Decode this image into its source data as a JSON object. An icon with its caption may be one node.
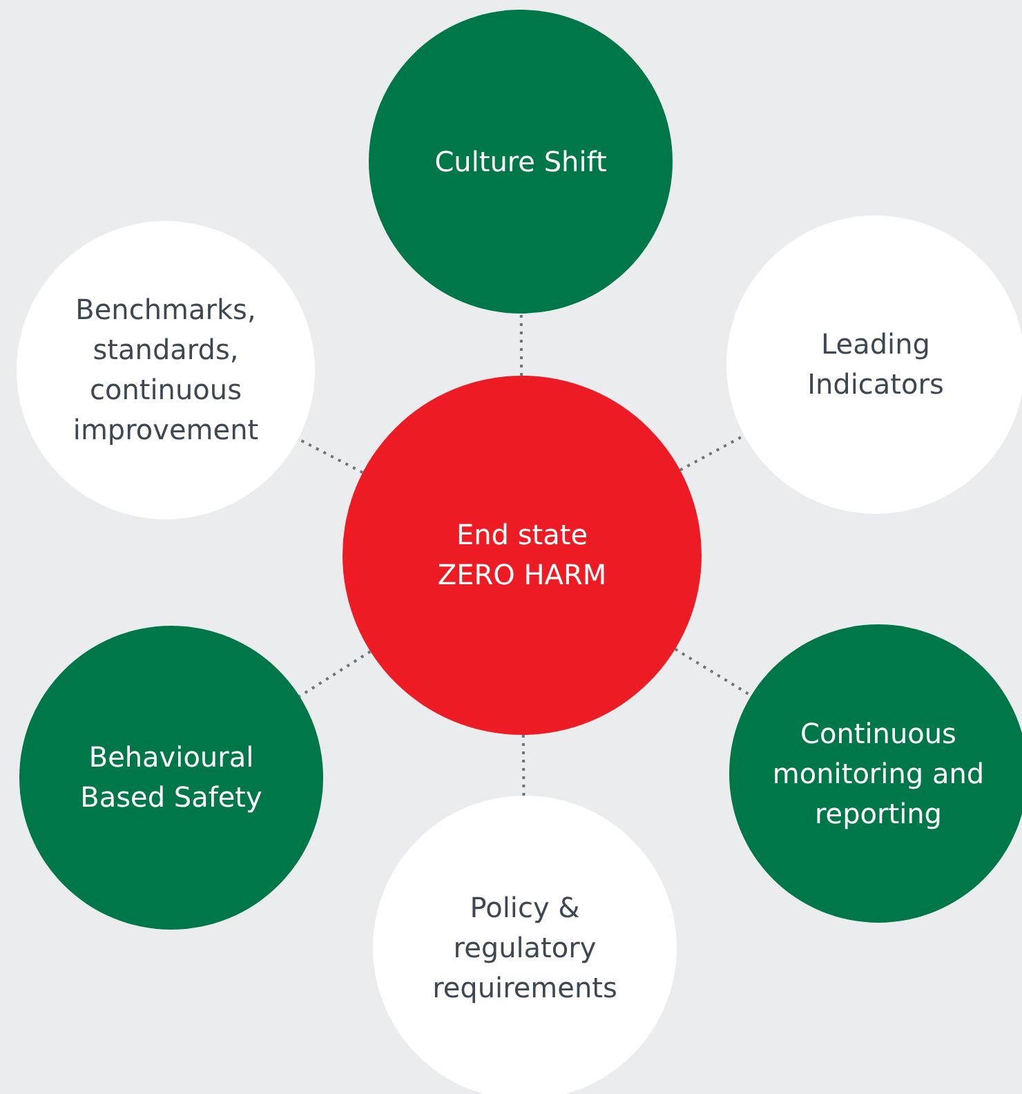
{
  "diagram": {
    "nodes": [
      {
        "text": [
          "Culture Shift"
        ]
      },
      {
        "text": [
          "Benchmarks, standards, continuous improvement"
        ]
      },
      {
        "text": [
          "Leading Indicators"
        ]
      },
      {
        "text": [
          "End state ZERO HARM"
        ]
      },
      {
        "text": [
          "Behavioural Based Safety"
        ]
      },
      {
        "text": [
          "Continuous monitoring and reporting"
        ]
      },
      {
        "text": [
          "Policy & regulatory requirements"
        ]
      }
    ],
    "edges": [
      {
        "from": 3,
        "to": 0,
        "arrow": "none",
        "style": "dashed"
      },
      {
        "from": 3,
        "to": 1,
        "arrow": "none",
        "style": "dashed"
      },
      {
        "from": 3,
        "to": 2,
        "arrow": "none",
        "style": "dashed"
      },
      {
        "from": 3,
        "to": 4,
        "arrow": "none",
        "style": "dashed"
      },
      {
        "from": 3,
        "to": 5,
        "arrow": "none",
        "style": "dashed"
      },
      {
        "from": 3,
        "to": 6,
        "arrow": "none",
        "style": "dashed"
      }
    ]
  }
}
